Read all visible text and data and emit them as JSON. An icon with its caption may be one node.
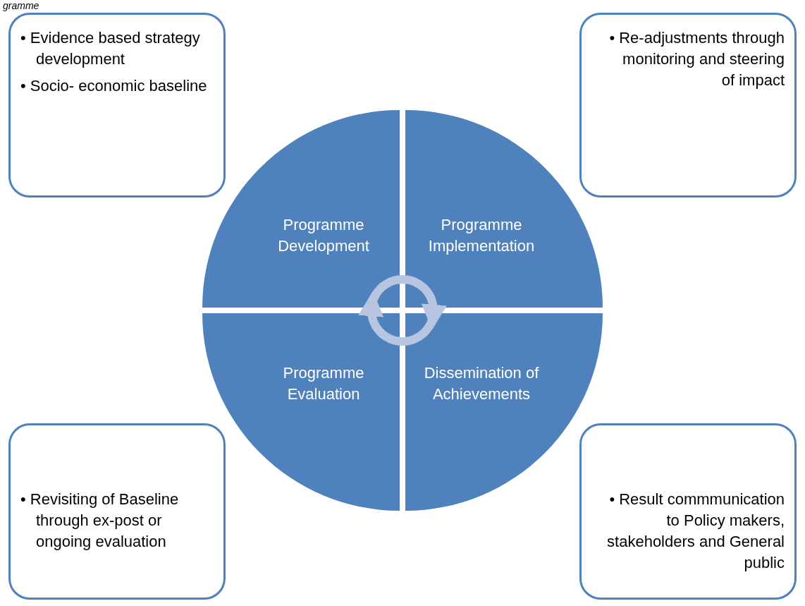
{
  "diagram": {
    "nodes": [
      {
        "text": [
          "• Evidence based strategy development",
          "• Socio- economic baseline"
        ]
      },
      {
        "text": [
          "• Re-adjustments through monitoring and steering of impact"
        ]
      },
      {
        "text": [
          "Programme Development"
        ]
      },
      {
        "text": [
          "Programme Implementation"
        ]
      },
      {
        "text": [
          "Programme Evaluation"
        ]
      },
      {
        "text": [
          "Dissemination of Achievements"
        ]
      },
      {
        "text": [
          "• Revisiting of Baseline through ex-post or ongoing evaluation"
        ]
      },
      {
        "text": [
          "• Result commmunication to Policy makers, stakeholders and General public"
        ]
      }
    ],
    "edges": [
      {
        "from": 2,
        "to": 3,
        "arrow": "to"
      },
      {
        "from": 5,
        "to": 4,
        "arrow": "to"
      }
    ],
    "labels": [
      "gramme"
    ]
  }
}
